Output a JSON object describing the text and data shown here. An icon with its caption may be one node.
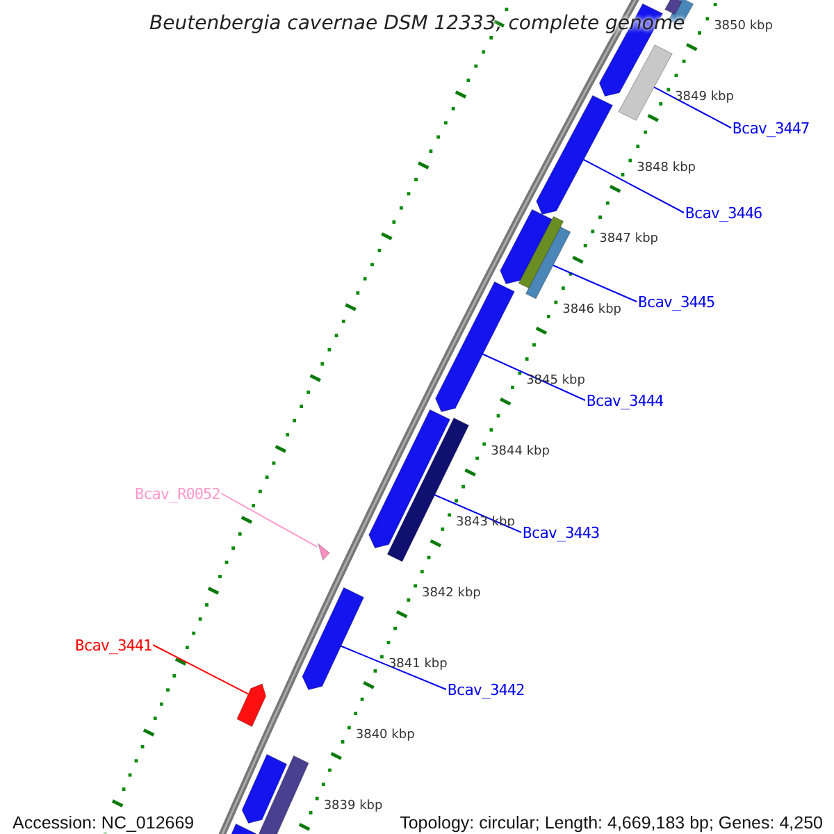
{
  "diagram": {
    "title": "Beutenbergia cavernae DSM 12333, complete genome",
    "nodes": [
      {
        "text": [
          "Bcav_3447"
        ]
      },
      {
        "text": [],
        "shape": "bar"
      },
      {
        "text": [
          "Bcav_3446"
        ]
      },
      {
        "text": [],
        "shape": "bar"
      },
      {
        "text": [
          "Bcav_3445"
        ]
      },
      {
        "text": [],
        "shape": "bar"
      },
      {
        "text": [
          "Bcav_3444"
        ]
      },
      {
        "text": [],
        "shape": "bar"
      },
      {
        "text": [
          "Bcav_R0052"
        ]
      },
      {
        "text": [],
        "shape": "triangle"
      },
      {
        "text": [
          "Bcav_3443"
        ]
      },
      {
        "text": [],
        "shape": "bar"
      },
      {
        "text": [
          "Bcav_3441"
        ]
      },
      {
        "text": [],
        "shape": "bar"
      },
      {
        "text": [
          "Bcav_3442"
        ]
      },
      {
        "text": [],
        "shape": "bar"
      },
      {
        "text": [],
        "shape": "bar"
      },
      {
        "text": [],
        "shape": "bar"
      },
      {
        "text": [],
        "shape": "bar"
      },
      {
        "text": [],
        "shape": "bar"
      },
      {
        "text": [],
        "shape": "bar"
      },
      {
        "text": [],
        "shape": "bar"
      },
      {
        "text": [],
        "shape": "bar"
      },
      {
        "text": [],
        "shape": "bar"
      },
      {
        "text": [],
        "shape": "bar"
      }
    ],
    "edges": [
      {
        "from": 0,
        "to": 1,
        "arrow": "none"
      },
      {
        "from": 2,
        "to": 3,
        "arrow": "none"
      },
      {
        "from": 4,
        "to": 5,
        "arrow": "none"
      },
      {
        "from": 6,
        "to": 7,
        "arrow": "none"
      },
      {
        "from": 8,
        "to": 9,
        "arrow": "none",
        "color": "#ff99cc"
      },
      {
        "from": 10,
        "to": 11,
        "arrow": "none"
      },
      {
        "from": 12,
        "to": 13,
        "arrow": "none",
        "color": "#ff0000"
      },
      {
        "from": 14,
        "to": 15,
        "arrow": "none"
      }
    ],
    "labels": [
      "3850 kbp",
      "3849 kbp",
      "3848 kbp",
      "3847 kbp",
      "3846 kbp",
      "3845 kbp",
      "3844 kbp",
      "3843 kbp",
      "3842 kbp",
      "3841 kbp",
      "3840 kbp",
      "3839 kbp",
      "Accession: NC_012669",
      "Topology: circular; Length: 4,669,183 bp; Genes: 4,250"
    ]
  }
}
